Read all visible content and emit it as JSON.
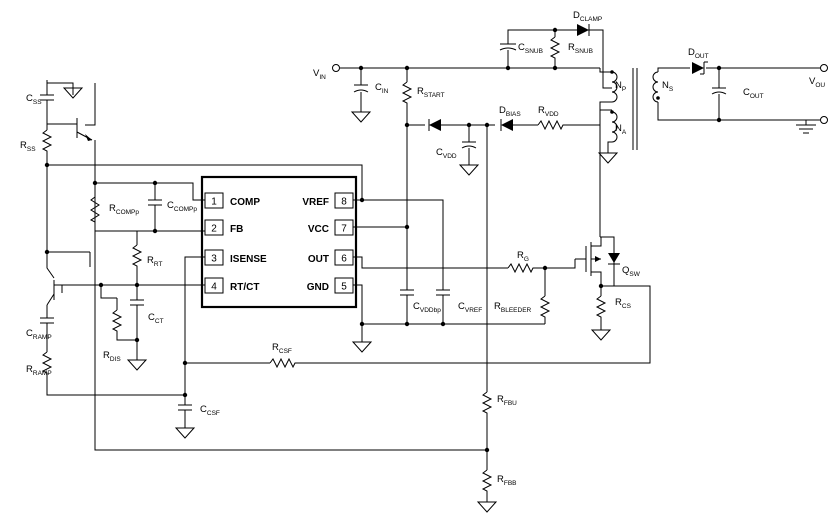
{
  "ic": {
    "left_pins": [
      {
        "num": "1",
        "name": "COMP"
      },
      {
        "num": "2",
        "name": "FB"
      },
      {
        "num": "3",
        "name": "ISENSE"
      },
      {
        "num": "4",
        "name": "RT/CT"
      }
    ],
    "right_pins": [
      {
        "num": "8",
        "name": "VREF"
      },
      {
        "num": "7",
        "name": "VCC"
      },
      {
        "num": "6",
        "name": "OUT"
      },
      {
        "num": "5",
        "name": "GND"
      }
    ]
  },
  "labels": {
    "vin": {
      "main": "V",
      "sub": "IN"
    },
    "vout": {
      "main": "V",
      "sub": "OU"
    },
    "c_ss": {
      "main": "C",
      "sub": "SS"
    },
    "r_ss": {
      "main": "R",
      "sub": "SS"
    },
    "r_comp": {
      "main": "R",
      "sub": "COMPp"
    },
    "c_comp": {
      "main": "C",
      "sub": "COMPp"
    },
    "r_rt": {
      "main": "R",
      "sub": "RT"
    },
    "c_ct": {
      "main": "C",
      "sub": "CT"
    },
    "r_dis": {
      "main": "R",
      "sub": "DIS"
    },
    "c_ramp": {
      "main": "C",
      "sub": "RAMP"
    },
    "r_ramp": {
      "main": "R",
      "sub": "RAMP"
    },
    "c_csf": {
      "main": "C",
      "sub": "CSF"
    },
    "r_csf": {
      "main": "R",
      "sub": "CSF"
    },
    "c_in": {
      "main": "C",
      "sub": "IN"
    },
    "r_start": {
      "main": "R",
      "sub": "START"
    },
    "c_snub": {
      "main": "C",
      "sub": "SNUB"
    },
    "r_snub": {
      "main": "R",
      "sub": "SNUB"
    },
    "d_clamp": {
      "main": "D",
      "sub": "CLAMP"
    },
    "d_bias": {
      "main": "D",
      "sub": "BIAS"
    },
    "r_vdd": {
      "main": "R",
      "sub": "VDD"
    },
    "c_vdd": {
      "main": "C",
      "sub": "VDD"
    },
    "n_p": {
      "main": "N",
      "sub": "P"
    },
    "n_a": {
      "main": "N",
      "sub": "A"
    },
    "n_s": {
      "main": "N",
      "sub": "S"
    },
    "d_out": {
      "main": "D",
      "sub": "OUT"
    },
    "c_out": {
      "main": "C",
      "sub": "OUT"
    },
    "r_g": {
      "main": "R",
      "sub": "G"
    },
    "q_sw": {
      "main": "Q",
      "sub": "SW"
    },
    "r_cs": {
      "main": "R",
      "sub": "CS"
    },
    "c_vddbp": {
      "main": "C",
      "sub": "VDDbp"
    },
    "c_vref": {
      "main": "C",
      "sub": "VREF"
    },
    "r_bleeder": {
      "main": "R",
      "sub": "BLEEDER"
    },
    "r_fbu": {
      "main": "R",
      "sub": "FBU"
    },
    "r_fbb": {
      "main": "R",
      "sub": "FBB"
    }
  }
}
